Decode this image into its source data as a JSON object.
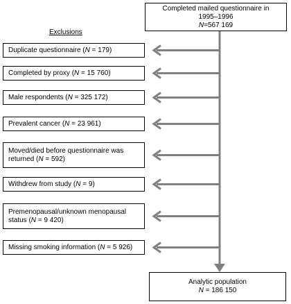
{
  "top_box": {
    "line1": "Completed mailed questionnaire in",
    "line2": "1995–1996",
    "n_label": "N",
    "n_value": "=567 169"
  },
  "exclusions_title": "Exclusions",
  "exclusions": [
    {
      "before": "Duplicate questionnaire (",
      "n": "N",
      "after": " = 179)"
    },
    {
      "before": "Completed by proxy (",
      "n": "N",
      "after": " = 15 760)"
    },
    {
      "before": "Male respondents (",
      "n": "N",
      "after": " = 325 172)"
    },
    {
      "before": "Prevalent cancer (",
      "n": "N",
      "after": " = 23 961)"
    },
    {
      "before": "Moved/died before questionnaire was returned (",
      "n": "N",
      "after": " = 592)"
    },
    {
      "before": "Withdrew from study (",
      "n": "N",
      "after": " = 9)"
    },
    {
      "before": "Premenopausal/unknown menopausal status (",
      "n": "N",
      "after": " = 9 420)"
    },
    {
      "before": "Missing smoking information (",
      "n": "N",
      "after": " = 5 926)"
    }
  ],
  "bottom_box": {
    "line1": "Analytic population",
    "n_label": "N",
    "n_value": " = 186 150"
  }
}
